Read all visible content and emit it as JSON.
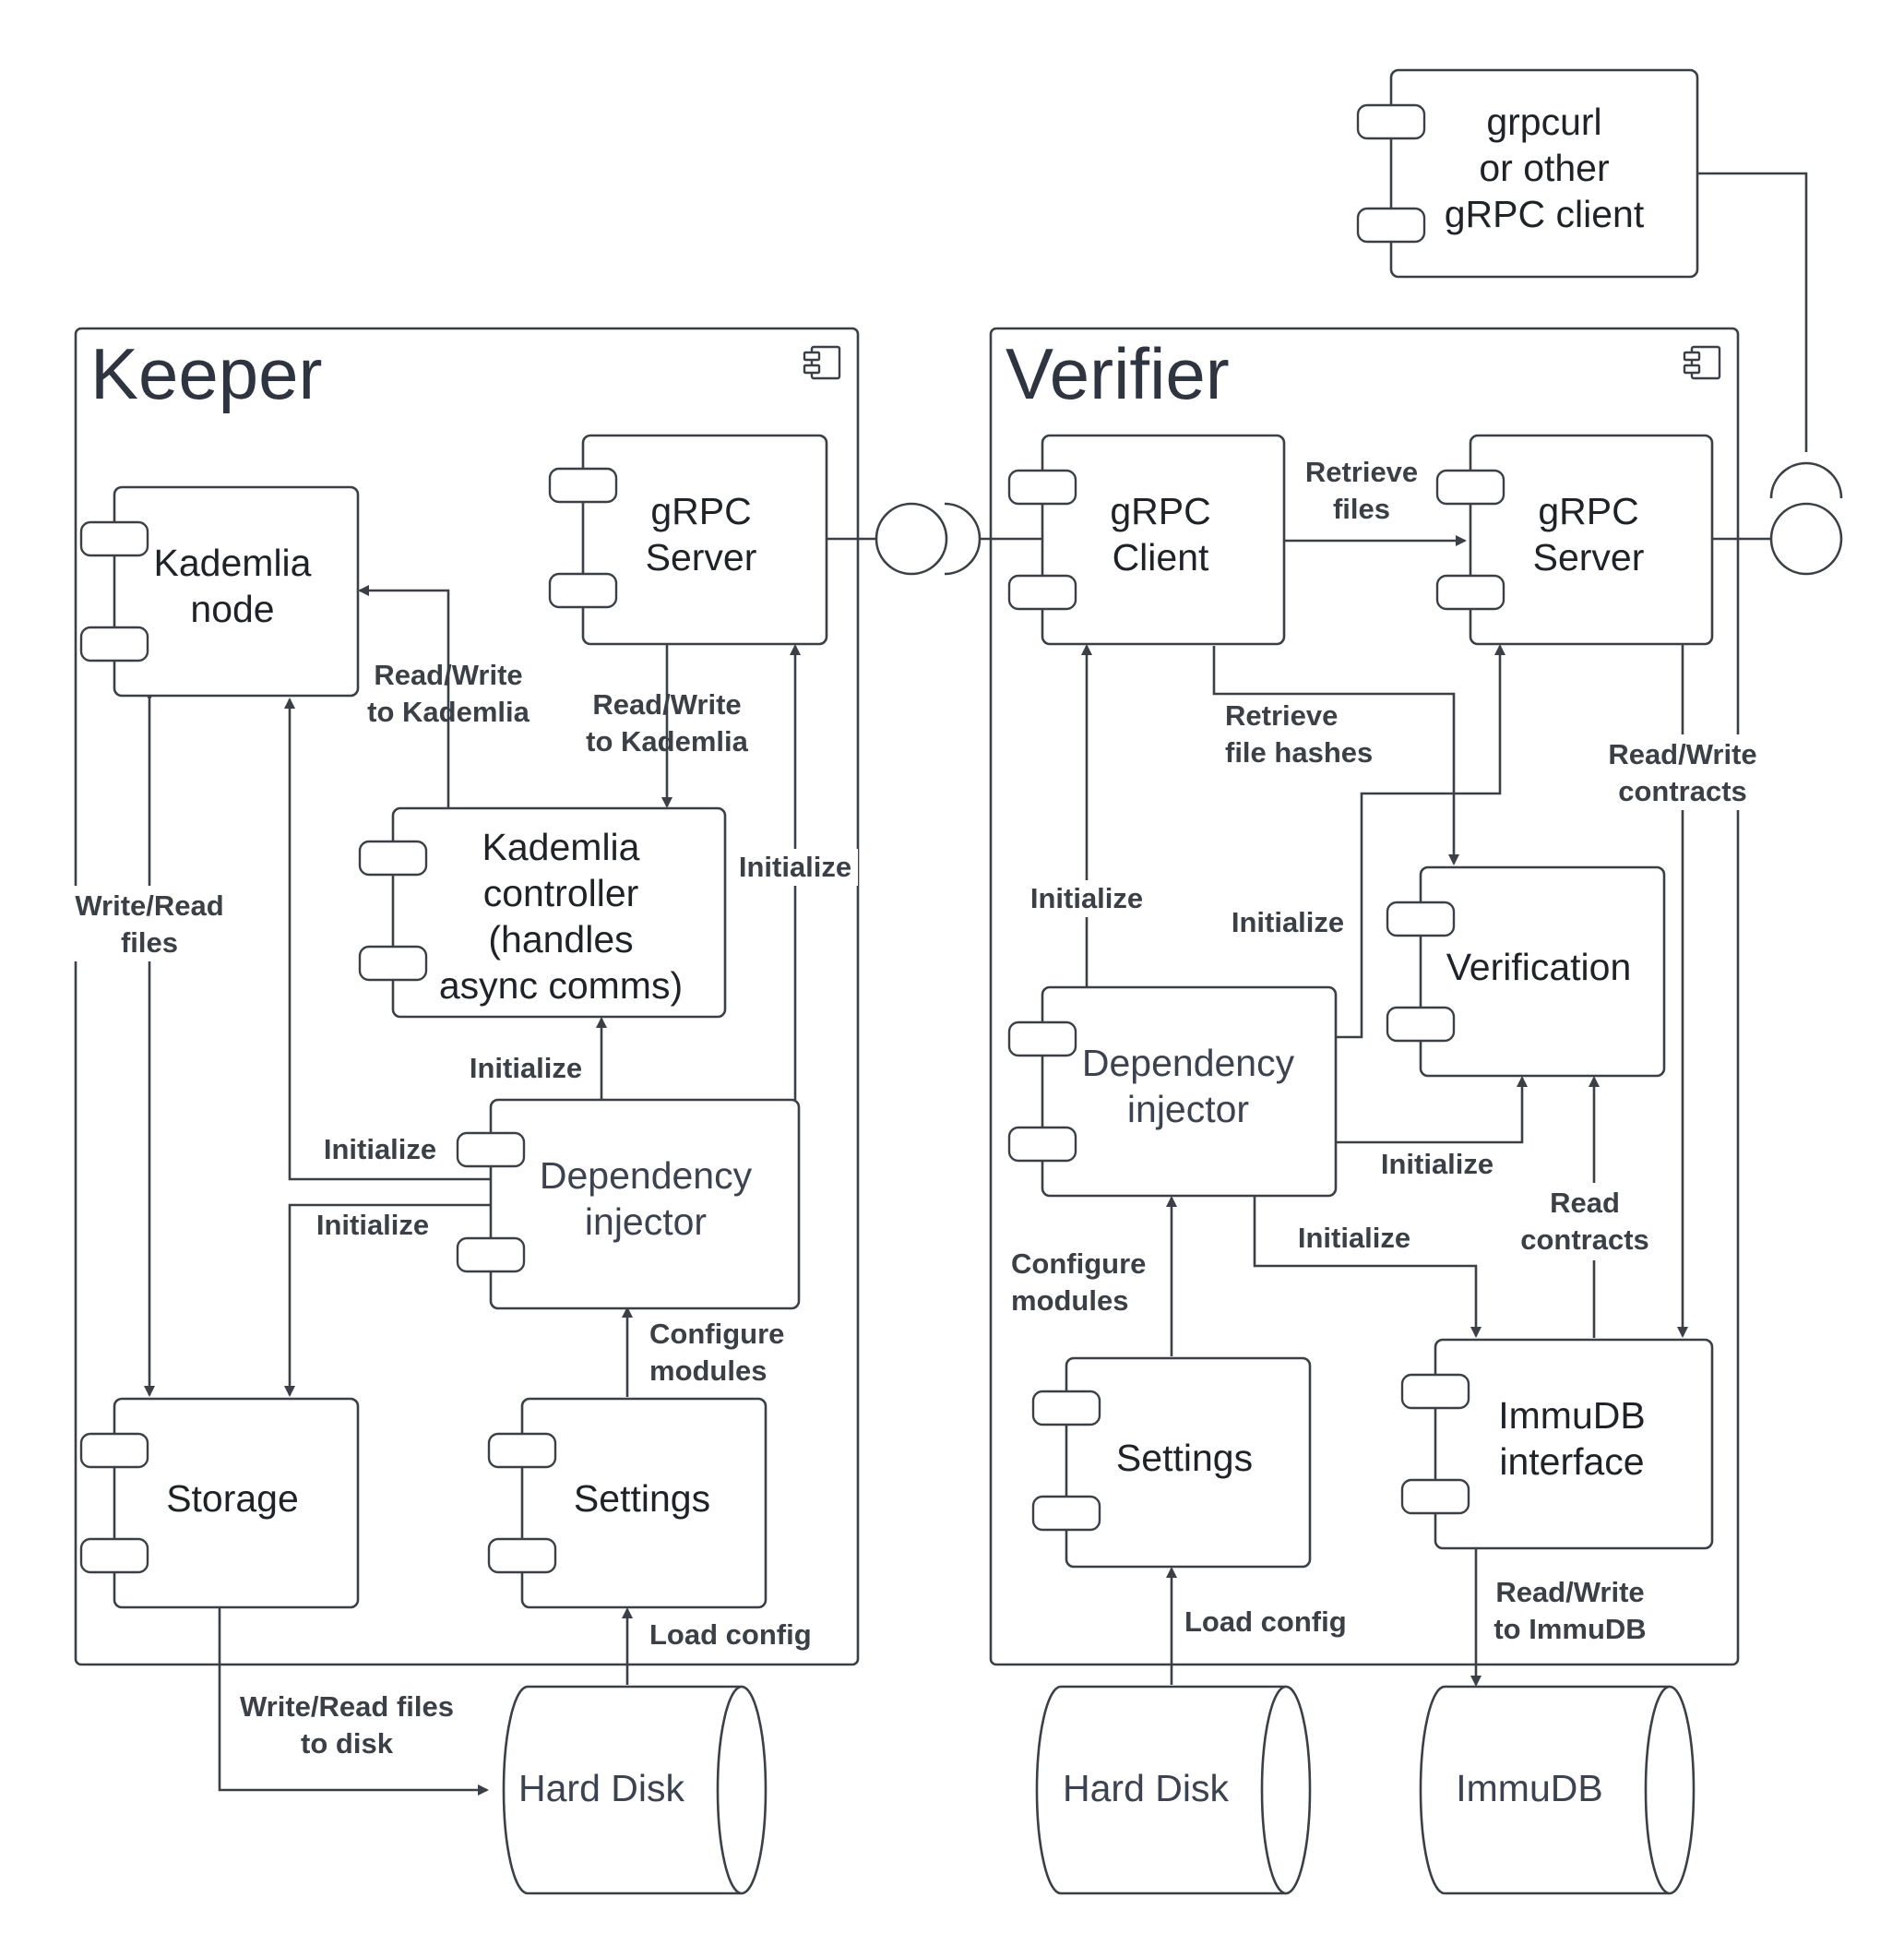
{
  "keeper": {
    "title": "Keeper",
    "kademlia_node": [
      "Kademlia",
      "node"
    ],
    "grpc_server": [
      "gRPC",
      "Server"
    ],
    "kademlia_controller": [
      "Kademlia",
      "controller",
      "(handles",
      "async comms)"
    ],
    "dependency_injector": [
      "Dependency",
      "injector"
    ],
    "storage": [
      "Storage"
    ],
    "settings": [
      "Settings"
    ],
    "hard_disk": "Hard Disk",
    "labels": {
      "rw_kademlia_1": [
        "Read/Write",
        "to Kademlia"
      ],
      "rw_kademlia_2": [
        "Read/Write",
        "to Kademlia"
      ],
      "write_read_files": [
        "Write/Read",
        "files"
      ],
      "init_controller": "Initialize",
      "init_server": "Initialize",
      "init_node": "Initialize",
      "init_storage": "Initialize",
      "configure_modules": [
        "Configure",
        "modules"
      ],
      "load_config": "Load config",
      "disk_io": [
        "Write/Read files",
        "to disk"
      ]
    }
  },
  "verifier": {
    "title": "Verifier",
    "grpc_client": [
      "gRPC",
      "Client"
    ],
    "grpc_server": [
      "gRPC",
      "Server"
    ],
    "verification": [
      "Verification"
    ],
    "dependency_injector": [
      "Dependency",
      "injector"
    ],
    "settings": [
      "Settings"
    ],
    "immudb_interface": [
      "ImmuDB",
      "interface"
    ],
    "hard_disk": "Hard Disk",
    "immudb": "ImmuDB",
    "labels": {
      "retrieve_files": [
        "Retrieve",
        "files"
      ],
      "retrieve_hashes": [
        "Retrieve",
        "file hashes"
      ],
      "rw_contracts": [
        "Read/Write",
        "contracts"
      ],
      "init_client": "Initialize",
      "init_server": "Initialize",
      "init_verification": "Initialize",
      "init_immudb": "Initialize",
      "read_contracts": [
        "Read",
        "contracts"
      ],
      "configure_modules": [
        "Configure",
        "modules"
      ],
      "load_config": "Load config",
      "rw_immudb": [
        "Read/Write",
        "to ImmuDB"
      ]
    }
  },
  "external_client": [
    "grpcurl",
    "or other",
    "gRPC client"
  ]
}
